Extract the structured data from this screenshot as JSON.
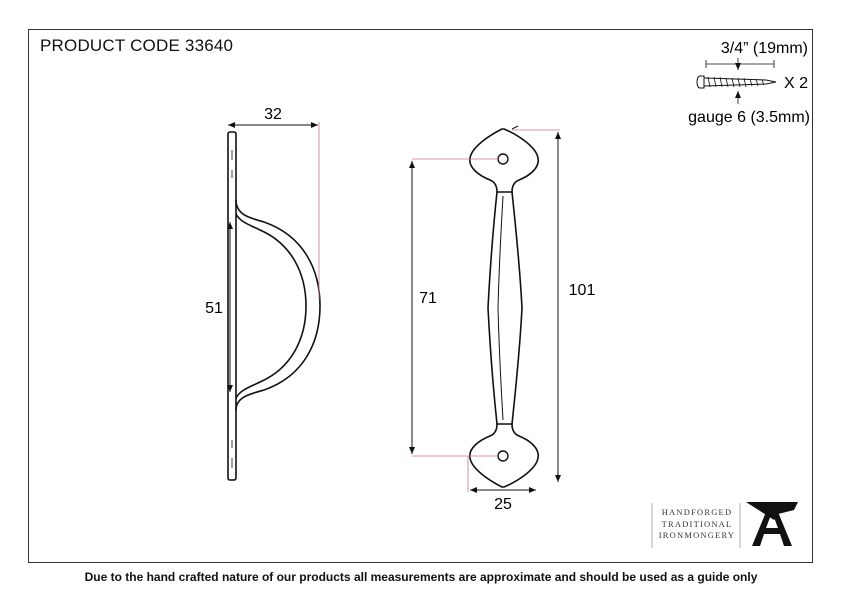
{
  "header": {
    "product_code": "PRODUCT CODE 33640"
  },
  "screw": {
    "length_label": "3/4” (19mm)",
    "quantity_label": "X 2",
    "gauge_label": "gauge 6 (3.5mm)"
  },
  "dimensions": {
    "side_depth": "32",
    "side_span": "51",
    "front_inner": "71",
    "front_overall": "101",
    "front_width": "25"
  },
  "logo": {
    "line1": "HANDFORGED",
    "line2": "TRADITIONAL",
    "line3": "IRONMONGERY",
    "icon": "anvil-a-icon"
  },
  "footer": {
    "disclaimer": "Due to the hand crafted nature of our products all measurements are approximate and should be used as a guide only"
  },
  "colors": {
    "line": "#111111",
    "leader": "#c07a8a"
  }
}
